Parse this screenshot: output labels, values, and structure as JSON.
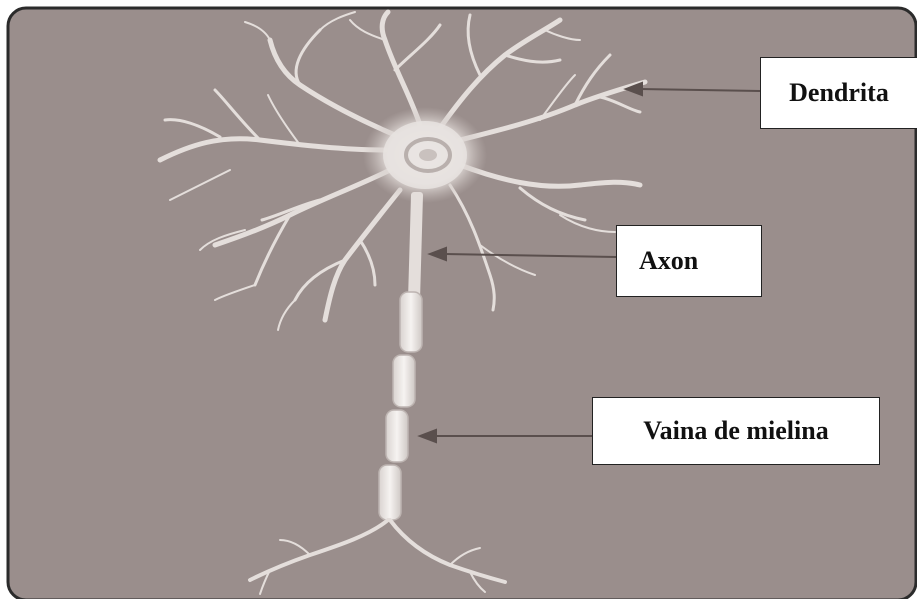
{
  "diagram": {
    "subject": "neuron",
    "background_color": "#9a8e8c",
    "frame_color": "#2b2b2b",
    "cell_color": "#e6e1de",
    "arrow_color": "#5a4f4d",
    "labels": {
      "dendrita": "Dendrita",
      "axon": "Axon",
      "mielina": "Vaina de mielina"
    }
  }
}
